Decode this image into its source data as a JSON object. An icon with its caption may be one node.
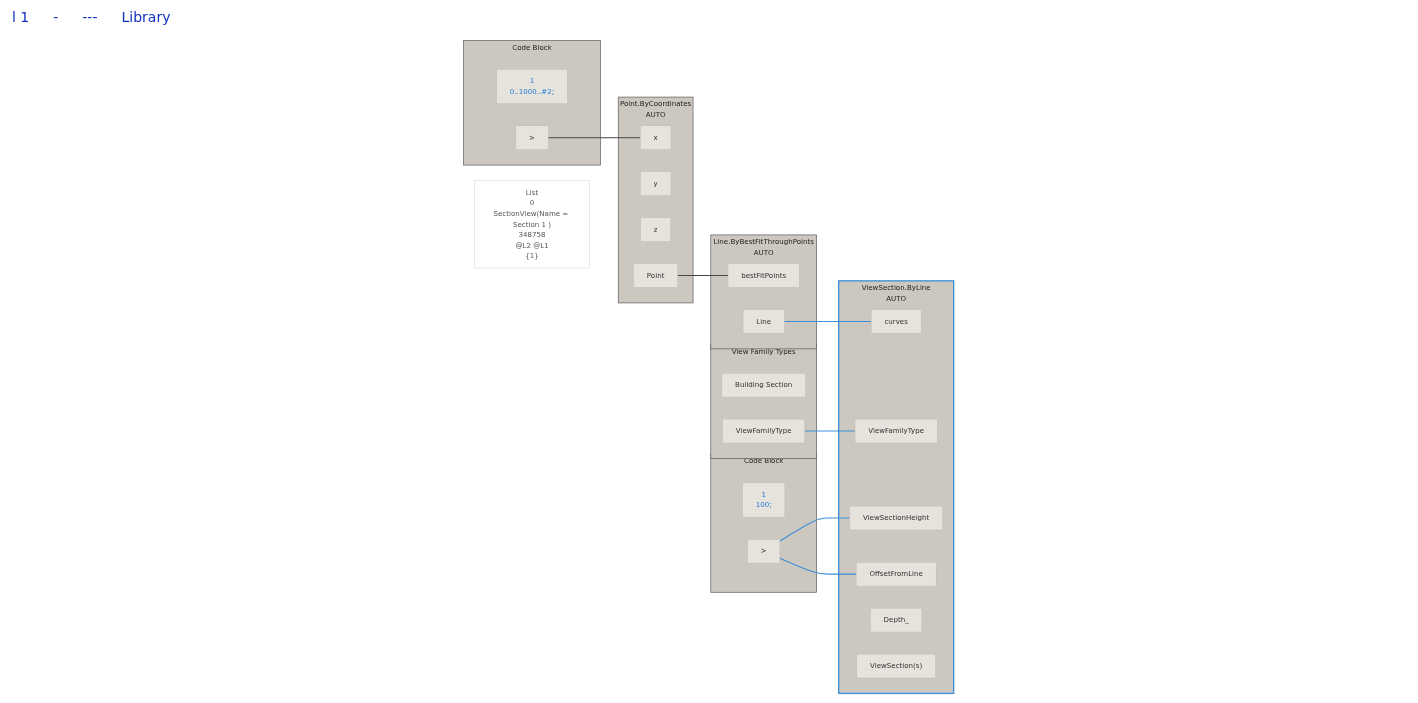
{
  "diagram": {
    "nodes": [
      {
        "text": [
          "Code Block"
        ]
      },
      {
        "text": [
          "1",
          "0..1000..#2;"
        ],
        "in": 0
      },
      {
        "text": [
          ">"
        ],
        "in": 0
      },
      {
        "text": [
          "Point.ByCoordinates",
          "AUTO"
        ]
      },
      {
        "text": [
          "x"
        ],
        "in": 3
      },
      {
        "text": [
          "y"
        ],
        "in": 3
      },
      {
        "text": [
          "z"
        ],
        "in": 3
      },
      {
        "text": [
          "Point"
        ],
        "in": 3
      },
      {
        "text": [
          "Line.ByBestFitThroughPoints",
          "AUTO"
        ]
      },
      {
        "text": [
          "bestFitPoints"
        ],
        "in": 8
      },
      {
        "text": [
          "Line"
        ],
        "in": 8
      },
      {
        "text": [
          "View Family Types"
        ]
      },
      {
        "text": [
          "Building Section"
        ],
        "in": 11
      },
      {
        "text": [
          "ViewFamilyType"
        ],
        "in": 11
      },
      {
        "text": [
          "Code Block"
        ]
      },
      {
        "text": [
          "1",
          "100;"
        ],
        "in": 14
      },
      {
        "text": [
          ">"
        ],
        "in": 14
      },
      {
        "text": [
          "ViewSection.ByLine",
          "AUTO"
        ]
      },
      {
        "text": [
          "curves"
        ],
        "in": 17
      },
      {
        "text": [
          "ViewFamilyType"
        ],
        "in": 17
      },
      {
        "text": [
          "ViewSectionHeight"
        ],
        "in": 17
      },
      {
        "text": [
          "OffsetFromLine"
        ],
        "in": 17
      },
      {
        "text": [
          "Depth_"
        ],
        "in": 17
      },
      {
        "text": [
          "ViewSection(s)"
        ],
        "in": 17
      },
      {
        "text": [
          "List",
          "0",
          "SectionView(Name = Section 1 )",
          "348758",
          "@L2 @L1",
          "{1}"
        ]
      }
    ],
    "edges": [
      {
        "from": 2,
        "to": 4,
        "arrow": "none",
        "color": "#444444"
      },
      {
        "from": 7,
        "to": 9,
        "arrow": "none",
        "color": "#444444"
      },
      {
        "from": 10,
        "to": 18,
        "arrow": "none"
      },
      {
        "from": 13,
        "to": 19,
        "arrow": "none"
      },
      {
        "from": 16,
        "to": 20,
        "arrow": "none"
      },
      {
        "from": 16,
        "to": 21,
        "arrow": "none"
      }
    ],
    "labels": [
      "l 1",
      "-",
      "---",
      "Library"
    ]
  }
}
